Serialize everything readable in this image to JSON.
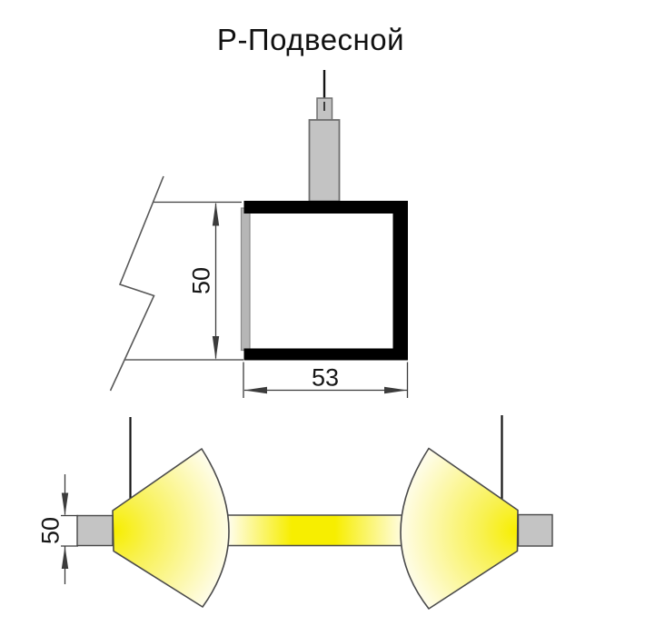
{
  "title": "Р-Подвесной",
  "cross_section": {
    "height_dim": "50",
    "width_dim": "53"
  },
  "light_pattern": {
    "height_dim": "50"
  },
  "colors": {
    "frame": "#000000",
    "mount_fill": "#c3c3c3",
    "mount_border": "#6e6e6e",
    "diffuser_fill": "#b6b6b6",
    "diffuser_border": "#8a8a8a",
    "endcap_fill": "#c4c4c4",
    "endcap_border": "#474747",
    "dim_line": "#3c3c3c",
    "break_line": "#585858",
    "wire": "#141414",
    "cone_stroke": "#4b4b4b",
    "light_bright": "#f7ee00",
    "light_mid": "#f8f14e",
    "light_pale": "#fffdf0",
    "background": "#ffffff"
  }
}
